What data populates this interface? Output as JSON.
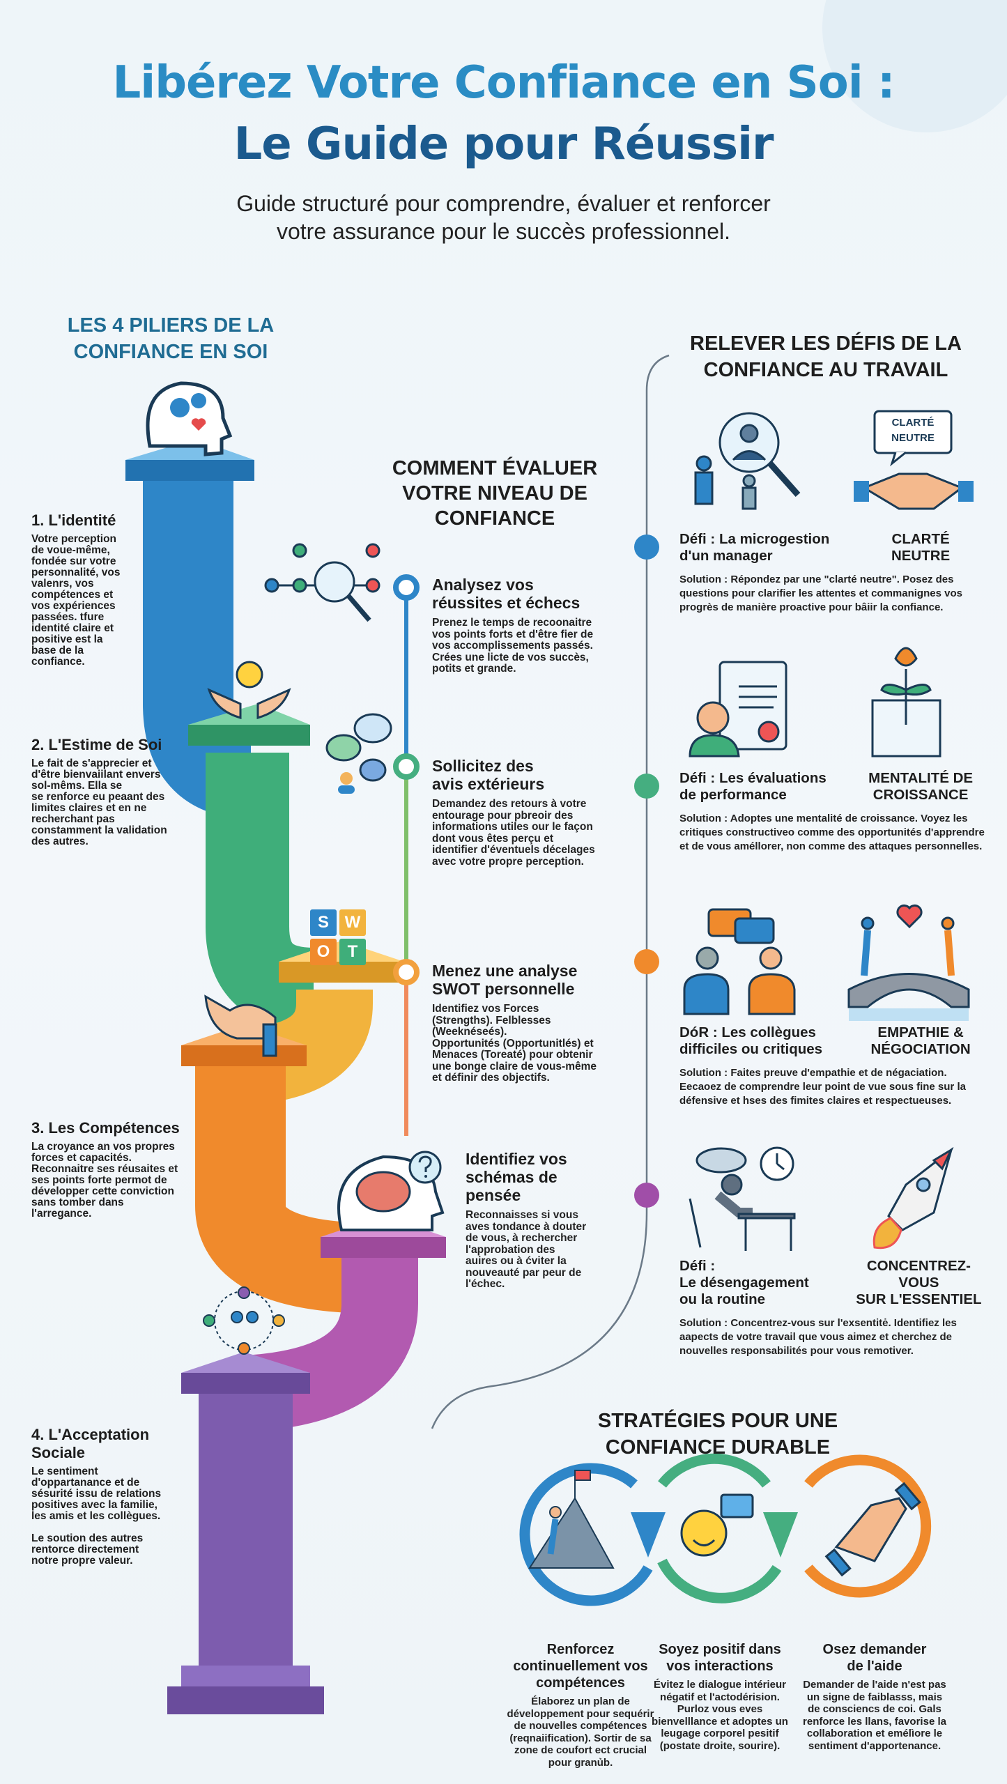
{
  "header": {
    "title_line1": "Libérez Votre Confiance en Soi :",
    "title_line2": "Le Guide pour Réussir",
    "subtitle_line1": "Guide structuré pour comprendre, évaluer et renforcer",
    "subtitle_line2": "votre assurance pour le succès professionnel."
  },
  "colors": {
    "blue": "#2e86c8",
    "green": "#3fae7a",
    "yellow": "#f2b33d",
    "orange": "#f08a2c",
    "purple": "#8a5db0",
    "title": "#2a8cc4"
  },
  "pillars": {
    "heading_line1": "LES 4 PILIERS DE LA",
    "heading_line2": "CONFIANCE EN SOI",
    "items": [
      {
        "title": "1. L'identité",
        "text": "Votre perception\nde voue-même,\nfondée sur votre\npersonnalité, vos\nvalenrs, vos\ncompétences et\nvos expériences\npassées. tfure\nidentité claire et\npositive est la\nbase de la\nconfiance."
      },
      {
        "title": "2. L'Estime de Soi",
        "text": "Le fait de s'apprecier et\nd'être bienvaiilant envers\nsol-mêms. Ella se\nse renforce eu peaant des\nlimites claires et en ne\nrecherchant pas\nconstamment la validation\ndes autres."
      },
      {
        "title": "3. Les Compétences",
        "text": "La croyance an vos propres\nforces et capacités.\nReconnaitre ses réusaites et\nses points forte permot de\ndévelopper cette conviction\nsans tomber dans\nl'arregance."
      },
      {
        "title": "4. L'Acceptation\nSociale",
        "text": "Le sentiment\nd'oppartanance et de\nsésurité issu de relations\npositives avec la familie,\nles amis et les collègues.\n\nLe soution des autres\nrentorce directement\nnotre propre valeur."
      }
    ],
    "swot": [
      "S",
      "W",
      "O",
      "T"
    ]
  },
  "evaluate": {
    "heading": "COMMENT ÉVALUER\nVOTRE NIVEAU DE\nCONFIANCE",
    "items": [
      {
        "title": "Analysez vos\nréussites et échecs",
        "text": "Prenez le temps de recoonaitre\nvos points forts et d'être fier de\nvos accomplissements passés.\nCrées une licte de vos succès,\npotits et grande."
      },
      {
        "title": "Sollicitez des\navis extérieurs",
        "text": "Demandez des retours à votre\nentourage pour pbreoir des\ninformations utiles our le façon\ndont vous êtes perçu et\nidentifier d'éventuels décelages\navec votre propre perception."
      },
      {
        "title": "Menez une analyse\nSWOT personnelle",
        "text": "Identifiez vos Forces\n(Strengths). Felblesses\n(Weeknéseés).\nOpportunités (Opportunitlés) et\nMenaces (Toreaté) pour obtenir\nune bonge claire de vous-même\net définir des objectifs."
      },
      {
        "title": "Identifiez vos\nschémas de\npensée",
        "text": "Reconnaisses si vous\naves tondance à douter\nde vous, à rechercher\nl'approbation des\nauires ou à ćviter la\nnouveauté par peur de\nl'échec."
      }
    ]
  },
  "challenges": {
    "heading_line1": "RELEVER LES DÉFIS DE LA",
    "heading_line2": "CONFIANCE AU TRAVAIL",
    "bubble_text": "CLARTÉ\nNEUTRE",
    "items": [
      {
        "defi": "Défi : La microgestion\nd'un manager",
        "solution_title": "CLARTÉ\nNEUTRE",
        "solution": "Solution : Répondez par une \"clarté neutre\". Posez des questions pour clarifier les attentes et commanignes vos progrès de manière proactive pour bâiir la confiance."
      },
      {
        "defi": "Défi : Les évaluations\nde performance",
        "solution_title": "MENTALITÉ DE\nCROISSANCE",
        "solution": "Solution : Adoptes une mentalité de croissance. Voyez les critiques constructiveo comme des opportunités d'apprendre et de vous améllorer, non comme des attaques personnelles."
      },
      {
        "defi": "DóR : Les collègues\ndifficiles ou critiques",
        "solution_title": "EMPATHIE &\nNÉGOCIATION",
        "solution": "Solution : Faites preuve d'empathie et de négaciation. Eecaoez de comprendre leur point de vue sous fine sur la défensive et hses des fimites claires et respectueuses."
      },
      {
        "defi": "Défi :\nLe désengagement\nou la routine",
        "solution_title": "CONCENTREZ-VOUS\nSUR L'ESSENTIEL",
        "solution": "Solution : Concentrez-vous sur l'exsentitė. Identifiez les aapects de votre travail que vous aimez et cherchez de nouvelles responsabilités pour vous remotiver."
      }
    ]
  },
  "strategies": {
    "heading": "STRATÉGIES POUR UNE\nCONFIANCE DURABLE",
    "items": [
      {
        "title": "Renforcez\ncontinuellement vos\ncompétences",
        "text": "Élaborez un plan de\ndéveloppement pour sequérir\nde nouvelles compétences\n(reqnaiification). Sortir de sa\nzone de coufort ect crucial\npour granủb."
      },
      {
        "title": "Soyez positif dans\nvos interactions",
        "text": "Évitez le dialogue intérieur\nnégatif et l'actodérision.\nPurloz vous eves\nbienvelllance et adoptes un\nleugage corporel pesitif\n(postate droite, sourire)."
      },
      {
        "title": "Osez demander\nde l'aide",
        "text": "Demander de l'aide n'est pas\nun signe de faiblasss, mais\nde consciencs de coi. Gals\nrenforce les llans, favorise la\ncollaboration et emélìore le\nsentiment d'apportenance."
      }
    ]
  }
}
